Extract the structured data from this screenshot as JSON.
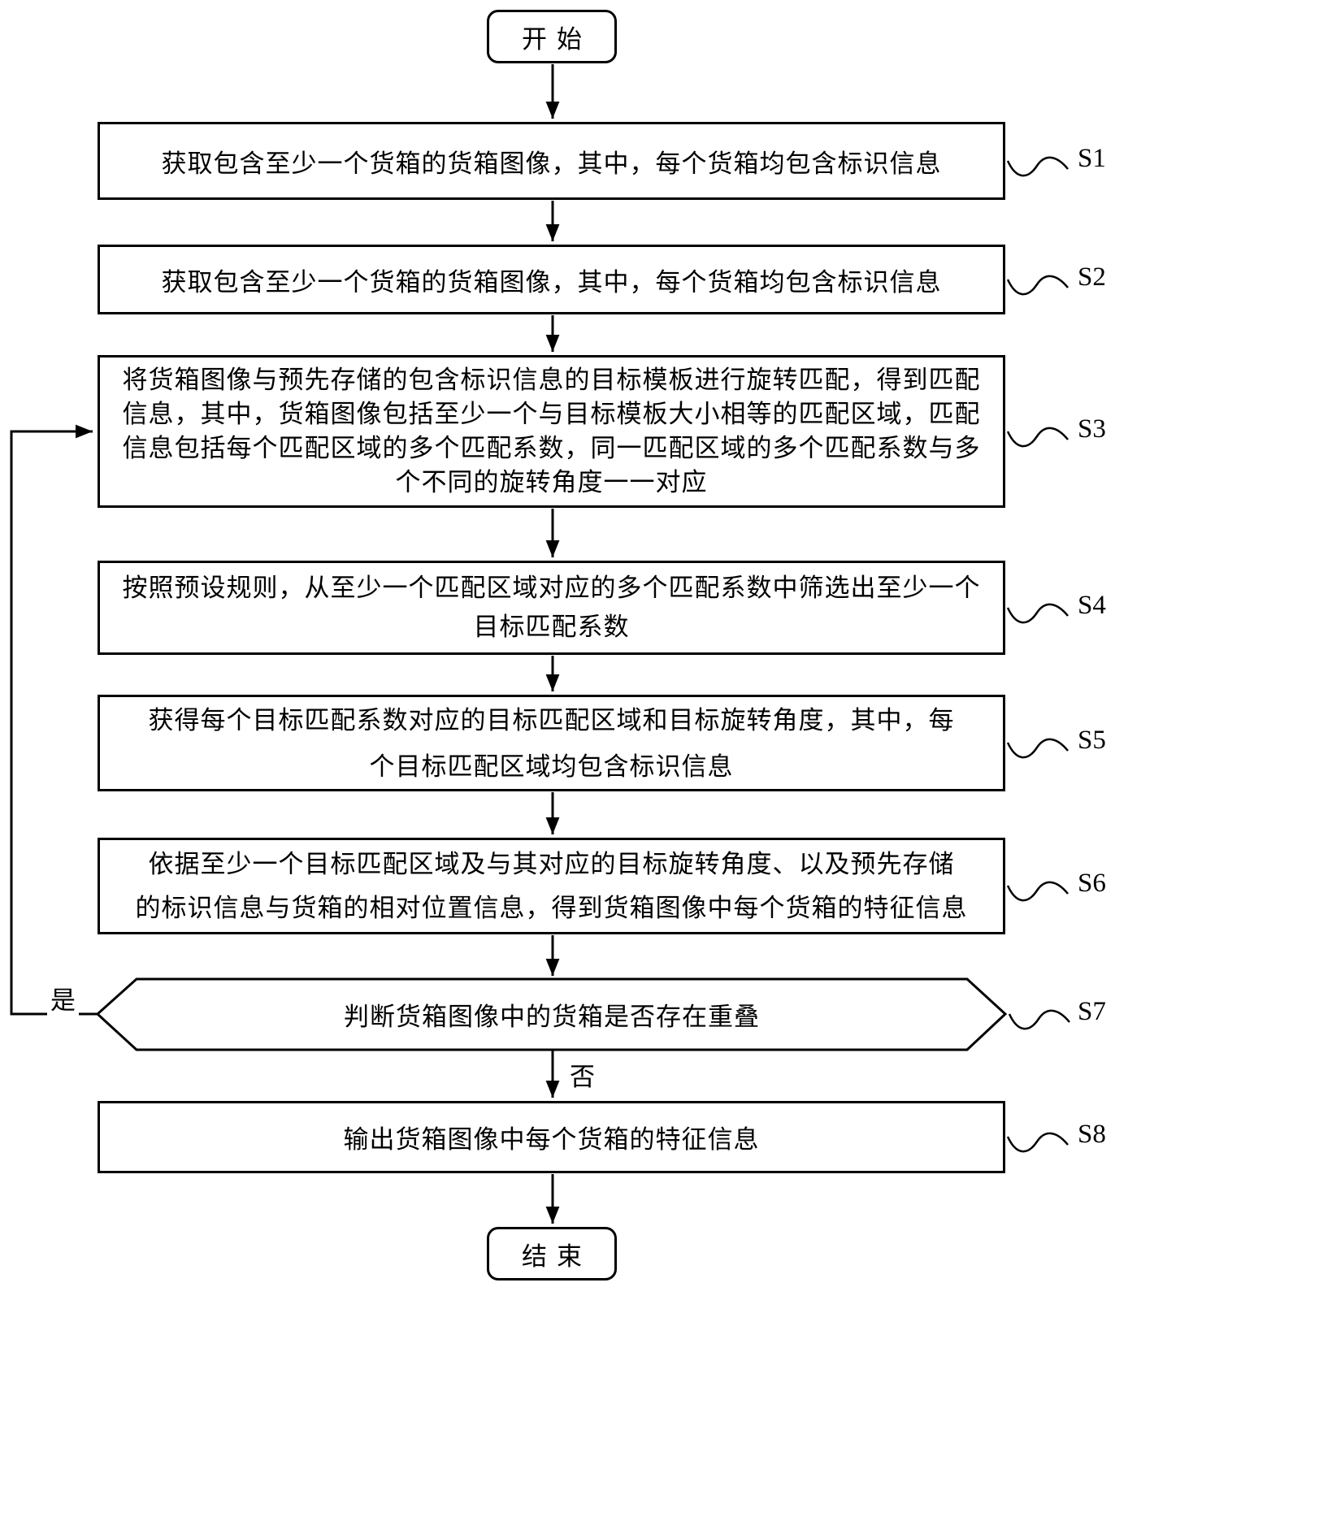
{
  "flow": {
    "start_label": "开始",
    "end_label": "结束",
    "yes_label": "是",
    "no_label": "否",
    "steps": [
      {
        "id": "S1",
        "text": "获取包含至少一个货箱的货箱图像，其中，每个货箱均包含标识信息"
      },
      {
        "id": "S2",
        "text": "获取包含至少一个货箱的货箱图像，其中，每个货箱均包含标识信息"
      },
      {
        "id": "S3",
        "text": "将货箱图像与预先存储的包含标识信息的目标模板进行旋转匹配，得到匹配\n信息，其中，货箱图像包括至少一个与目标模板大小相等的匹配区域，匹配\n信息包括每个匹配区域的多个匹配系数，同一匹配区域的多个匹配系数与多\n个不同的旋转角度一一对应"
      },
      {
        "id": "S4",
        "text": "按照预设规则，从至少一个匹配区域对应的多个匹配系数中筛选出至少一个\n目标匹配系数"
      },
      {
        "id": "S5",
        "text": "获得每个目标匹配系数对应的目标匹配区域和目标旋转角度，其中，每\n个目标匹配区域均包含标识信息"
      },
      {
        "id": "S6",
        "text": "依据至少一个目标匹配区域及与其对应的目标旋转角度、以及预先存储\n的标识信息与货箱的相对位置信息，得到货箱图像中每个货箱的特征信息"
      },
      {
        "id": "S7",
        "text": "判断货箱图像中的货箱是否存在重叠"
      },
      {
        "id": "S8",
        "text": "输出货箱图像中每个货箱的特征信息"
      }
    ]
  }
}
